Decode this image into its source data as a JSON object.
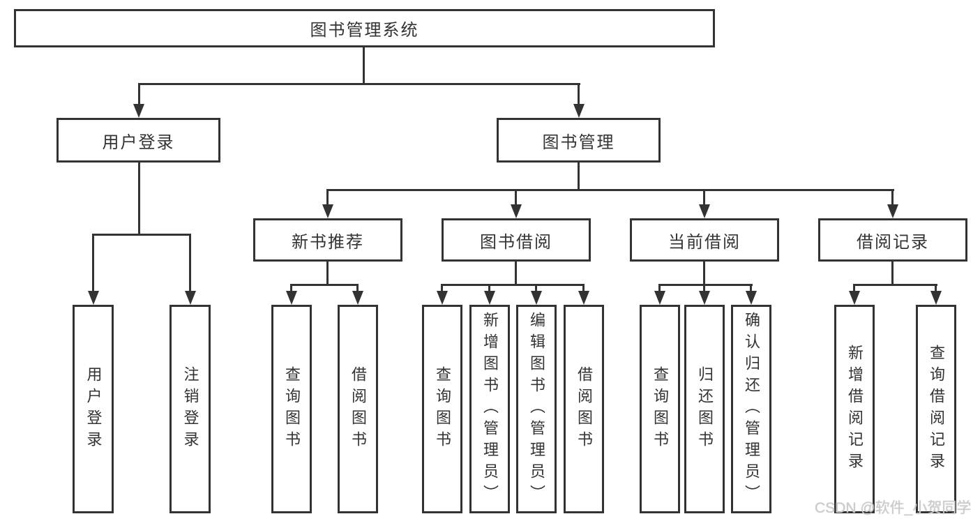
{
  "diagram": {
    "root": {
      "label": "图书管理系统"
    },
    "branches": [
      {
        "label": "用户登录",
        "children": [
          {
            "label": "用户登录"
          },
          {
            "label": "注销登录"
          }
        ]
      },
      {
        "label": "图书管理",
        "children": [
          {
            "label": "新书推荐",
            "children": [
              {
                "label": "查询图书"
              },
              {
                "label": "借阅图书"
              }
            ]
          },
          {
            "label": "图书借阅",
            "children": [
              {
                "label": "查询图书"
              },
              {
                "label": "新增图书（管理员）"
              },
              {
                "label": "编辑图书（管理员）"
              },
              {
                "label": "借阅图书"
              }
            ]
          },
          {
            "label": "当前借阅",
            "children": [
              {
                "label": "查询图书"
              },
              {
                "label": "归还图书"
              },
              {
                "label": "确认归还（管理员）"
              }
            ]
          },
          {
            "label": "借阅记录",
            "children": [
              {
                "label": "新增借阅记录"
              },
              {
                "label": "查询借阅记录"
              }
            ]
          }
        ]
      }
    ],
    "watermark": "CSDN @软件_小贺同学",
    "colors": {
      "line": "#333333",
      "text": "#333333",
      "background": "#ffffff",
      "watermark": "#cccccc"
    }
  }
}
